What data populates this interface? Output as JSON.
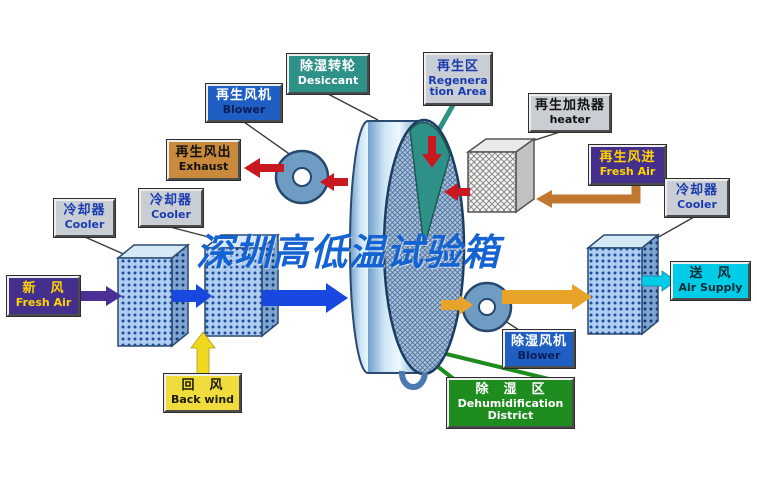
{
  "watermark": "深圳高低温试验箱",
  "labels": {
    "desiccant": {
      "zh": "除湿转轮",
      "en": "Desiccant"
    },
    "regeneration_area": {
      "zh": "再生区",
      "en": "Regeneration Area"
    },
    "regen_blower": {
      "zh": "再生风机",
      "en": "Blower"
    },
    "regen_heater": {
      "zh": "再生加热器",
      "en": "heater"
    },
    "exhaust": {
      "zh": "再生风出",
      "en": "Exhaust"
    },
    "regen_fresh_air": {
      "zh": "再生风进",
      "en": "Fresh Air"
    },
    "cooler_left_outer": {
      "zh": "冷却器",
      "en": "Cooler"
    },
    "cooler_left_inner": {
      "zh": "冷却器",
      "en": "Cooler"
    },
    "cooler_right": {
      "zh": "冷却器",
      "en": "Cooler"
    },
    "fresh_air": {
      "zh": "新　风",
      "en": "Fresh Air"
    },
    "air_supply": {
      "zh": "送　风",
      "en": "Air Supply"
    },
    "back_wind": {
      "zh": "回　风",
      "en": "Back wind"
    },
    "dehumid_blower": {
      "zh": "除湿风机",
      "en": "Blower"
    },
    "dehumid_district": {
      "zh": "除　湿　区",
      "en_line1": "Dehumidification",
      "en_line2": "District"
    }
  },
  "colors": {
    "watermark_blue": "#1563d2",
    "flow_blue": "#1848e0",
    "regen_red": "#c81820",
    "heat_orange": "#c07830",
    "supply_cyan": "#00cce8",
    "return_yellow": "#f0d820",
    "desiccant_teal": "#2e9187",
    "dehumid_green": "#1f8c1f",
    "fresh_purple": "#44308c"
  }
}
